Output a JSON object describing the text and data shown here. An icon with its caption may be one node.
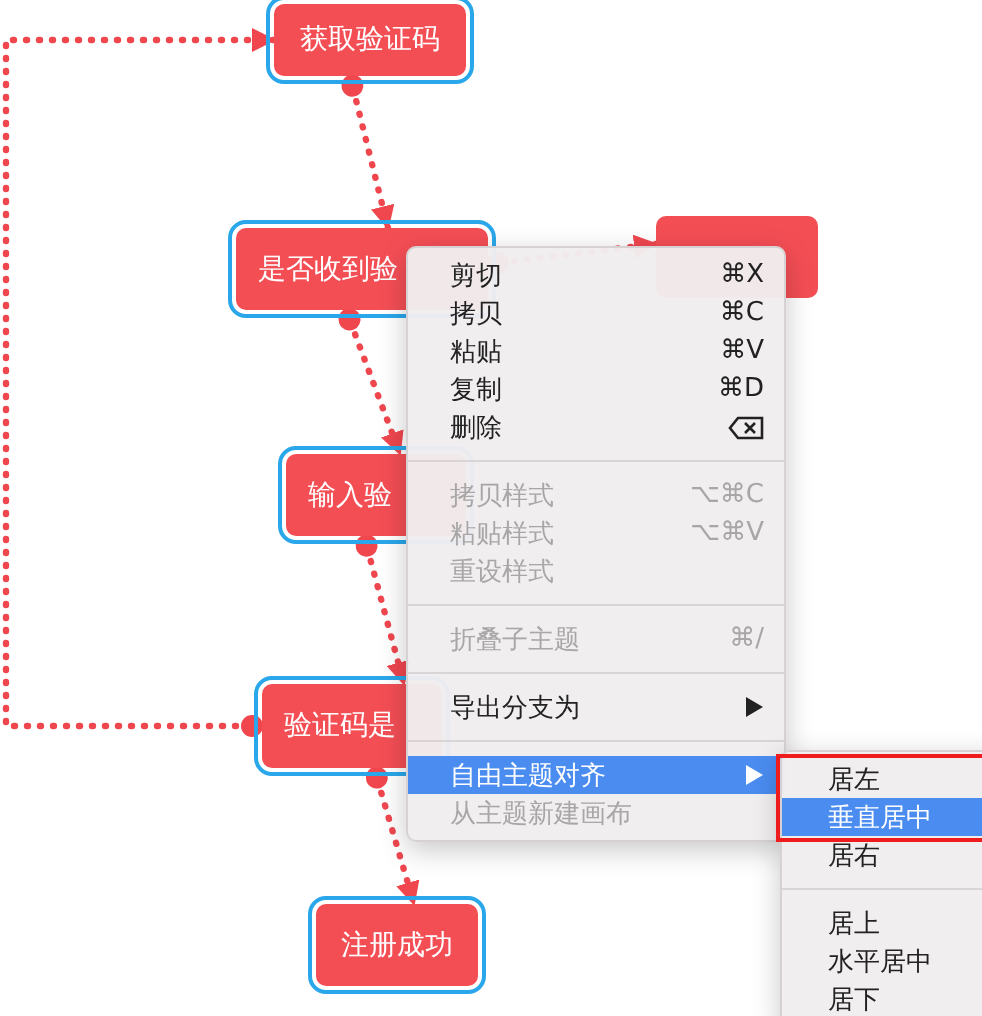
{
  "diagram": {
    "nodes": [
      {
        "text": [
          "获取验证码"
        ]
      },
      {
        "text": [
          "是否收到验"
        ]
      },
      {
        "text": [],
        "shape": "box"
      },
      {
        "text": [
          "输入验"
        ]
      },
      {
        "text": [
          "验证码是"
        ]
      },
      {
        "text": [
          "注册成功"
        ]
      }
    ],
    "edges": [
      {
        "from": 4,
        "to": 0,
        "arrow": "to",
        "style": "dashed"
      },
      {
        "from": 0,
        "to": 1,
        "arrow": "to",
        "style": "dashed"
      },
      {
        "from": 1,
        "to": 2,
        "arrow": "to",
        "style": "dashed"
      },
      {
        "from": 1,
        "to": 3,
        "arrow": "to",
        "style": "dashed"
      },
      {
        "from": 3,
        "to": 4,
        "arrow": "to",
        "style": "dashed"
      },
      {
        "from": 4,
        "to": 5,
        "arrow": "to",
        "style": "dashed"
      }
    ],
    "labels": [
      "剪切",
      "⌘X",
      "拷贝",
      "⌘C",
      "粘贴",
      "⌘V",
      "复制",
      "⌘D",
      "删除",
      "拷贝样式",
      "⌥⌘C",
      "粘贴样式",
      "⌥⌘V",
      "重设样式",
      "折叠子主题",
      "⌘/",
      "导出分支为",
      "自由主题对齐",
      "从主题新建画布",
      "居左",
      "垂直居中",
      "居右",
      "居上",
      "水平居中",
      "居下"
    ]
  }
}
